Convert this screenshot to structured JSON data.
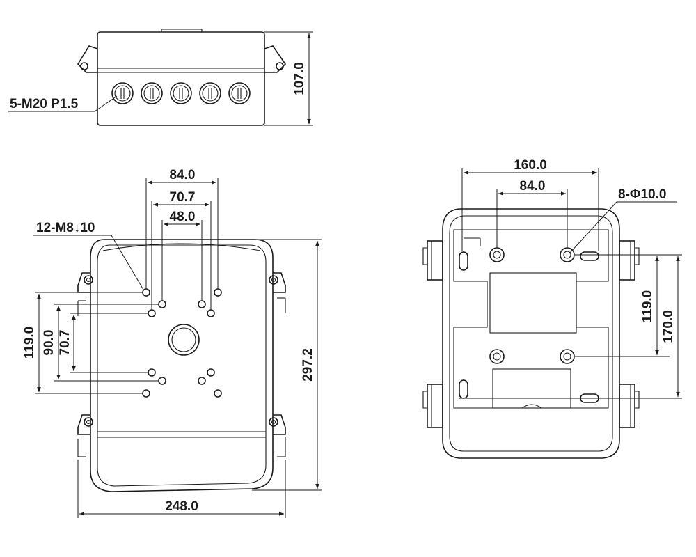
{
  "top_view": {
    "cable_gland_label": "5-M20 P1.5",
    "height_dim": "107.0"
  },
  "front_view": {
    "dim_84": "84.0",
    "dim_70_7_top": "70.7",
    "dim_48": "48.0",
    "thread_label": "12-M8↓10",
    "dim_119": "119.0",
    "dim_90": "90.0",
    "dim_70_7_left": "70.7",
    "dim_297": "297.2",
    "dim_248": "248.0"
  },
  "back_view": {
    "dim_160": "160.0",
    "dim_84": "84.0",
    "hole_label": "8-Φ10.0",
    "dim_119": "119.0",
    "dim_170": "170.0"
  }
}
